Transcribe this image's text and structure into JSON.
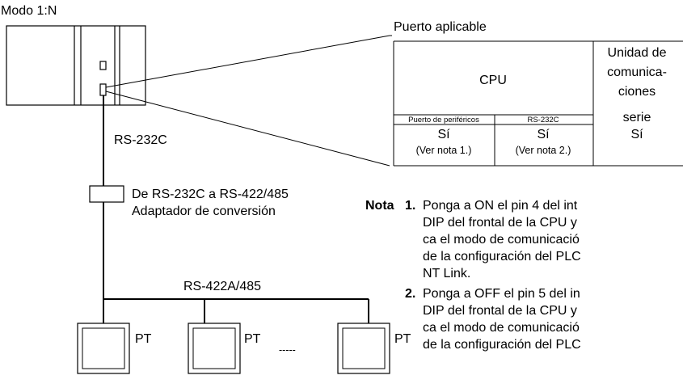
{
  "mode_title": "Modo 1:N",
  "applicable_port_label": "Puerto aplicable",
  "port_table": {
    "cpu_header": "CPU",
    "unit_header_lines": [
      "Unidad de",
      "comunica-",
      "ciones",
      "serie"
    ],
    "subheaders": [
      "Puerto de periféricos",
      "RS-232C"
    ],
    "values": [
      "Sí",
      "Sí",
      "Sí"
    ],
    "notes": [
      "(Ver nota 1.)",
      "(Ver nota 2.)"
    ]
  },
  "rs232c_label": "RS-232C",
  "adapter_label_lines": [
    "De RS-232C a RS-422/485",
    "Adaptador de conversión"
  ],
  "bus_label": "RS-422A/485",
  "pt_labels": [
    "PT",
    "PT",
    "PT"
  ],
  "dashes": "-----",
  "notes_section": {
    "title": "Nota",
    "items": [
      {
        "number": "1.",
        "lines": [
          "Ponga a ON el pin 4 del int",
          "DIP del frontal de la CPU y",
          "ca el modo de comunicació",
          "de la configuración del PLC",
          "NT Link."
        ]
      },
      {
        "number": "2.",
        "lines": [
          "Ponga a OFF el pin 5 del in",
          "DIP del frontal de la CPU y",
          "ca el modo de comunicació",
          "de la configuración del PLC"
        ]
      }
    ]
  }
}
